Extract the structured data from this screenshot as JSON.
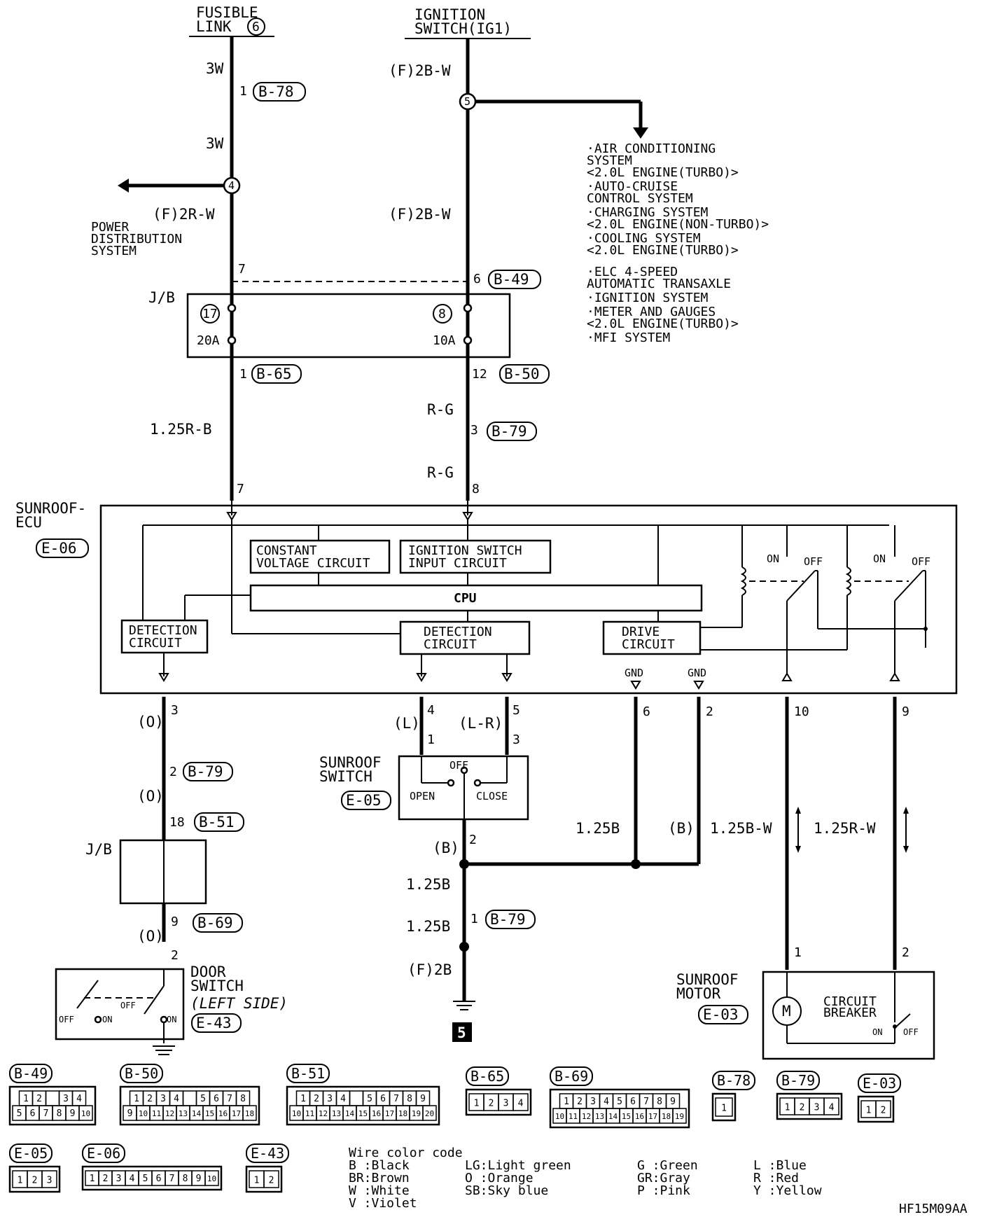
{
  "top": {
    "fusible_link": [
      "FUSIBLE",
      "LINK"
    ],
    "fusible_link_num": "6",
    "ignition_switch": [
      "IGNITION",
      "SWITCH(IG1)"
    ]
  },
  "wires": {
    "w3w_a": "3W",
    "w3w_b": "3W",
    "f2bw_a": "(F)2B-W",
    "f2bw_b": "(F)2B-W",
    "f2rw": "(F)2R-W",
    "w125rb": "1.25R-B",
    "rg_a": "R-G",
    "rg_b": "R-G",
    "o_a": "(O)",
    "o_b": "(O)",
    "o_c": "(O)",
    "l": "(L)",
    "lr": "(L-R)",
    "b_sw": "(B)",
    "b_mid": "(B)",
    "w125b_a": "1.25B",
    "w125b_b": "1.25B",
    "w125b_c": "1.25B",
    "f2b": "(F)2B",
    "w125bw": "1.25B-W",
    "w125rw": "1.25R-W"
  },
  "splices": {
    "s5": "5",
    "s4": "4"
  },
  "power_distribution": [
    "POWER",
    "DISTRIBUTION",
    "SYSTEM"
  ],
  "systems_list": [
    "·AIR CONDITIONING",
    " SYSTEM",
    " <2.0L ENGINE(TURBO)>",
    "·AUTO-CRUISE",
    " CONTROL SYSTEM",
    "·CHARGING SYSTEM",
    " <2.0L ENGINE(NON-TURBO)>",
    "·COOLING SYSTEM",
    " <2.0L ENGINE(TURBO)>",
    "·ELC 4-SPEED",
    " AUTOMATIC TRANSAXLE",
    "·IGNITION SYSTEM",
    "·METER AND GAUGES",
    " <2.0L ENGINE(TURBO)>",
    "·MFI SYSTEM"
  ],
  "jb_top": {
    "label": "J/B",
    "fuse1_num": "17",
    "fuse1_amp": "20A",
    "fuse2_num": "8",
    "fuse2_amp": "10A"
  },
  "pins": {
    "p1_b78": "1",
    "p7_top": "7",
    "p6_b49": "6",
    "p1_b65": "1",
    "p12_b50": "12",
    "p3_b79": "3",
    "p7_ecu": "7",
    "p8_ecu": "8",
    "p3_ecu": "3",
    "p2_b79": "2",
    "p18_b51": "18",
    "p9_b69": "9",
    "p2_door": "2",
    "p4_ecu": "4",
    "p5_ecu": "5",
    "p1_sw": "1",
    "p3_sw": "3",
    "p2_sw": "2",
    "p6_ecu": "6",
    "p2_ecu": "2",
    "p10_ecu": "10",
    "p9_ecu": "9",
    "p1_b79": "1",
    "p1_motor": "1",
    "p2_motor": "2"
  },
  "connectors": {
    "b78": "B-78",
    "b49": "B-49",
    "b65": "B-65",
    "b50": "B-50",
    "b79": "B-79",
    "b79_2": "B-79",
    "b51": "B-51",
    "b69": "B-69",
    "b79_3": "B-79"
  },
  "ecu": {
    "name": [
      "SUNROOF-",
      "ECU"
    ],
    "code": "E-06",
    "constant_voltage": [
      "CONSTANT",
      "VOLTAGE CIRCUIT"
    ],
    "ignition_input": [
      "IGNITION SWITCH",
      "INPUT CIRCUIT"
    ],
    "cpu": "CPU",
    "detection1": [
      "DETECTION",
      "CIRCUIT"
    ],
    "detection2": [
      "DETECTION",
      "CIRCUIT"
    ],
    "drive": [
      "DRIVE",
      "CIRCUIT"
    ],
    "on1": "ON",
    "off1": "OFF",
    "on2": "ON",
    "off2": "OFF",
    "gnd1": "GND",
    "gnd2": "GND"
  },
  "sunroof_switch": {
    "name": [
      "SUNROOF",
      "SWITCH"
    ],
    "code": "E-05",
    "off": "OFF",
    "open": "OPEN",
    "close": "CLOSE"
  },
  "jb_bottom": {
    "label": "J/B"
  },
  "door_switch": {
    "name": [
      "DOOR",
      "SWITCH"
    ],
    "side": "(LEFT SIDE)",
    "code": "E-43",
    "off1": "OFF",
    "on1": "ON",
    "off2": "OFF",
    "on2": "ON"
  },
  "sunroof_motor": {
    "name": [
      "SUNROOF",
      "MOTOR"
    ],
    "code": "E-03",
    "m": "M",
    "breaker": [
      "CIRCUIT",
      "BREAKER"
    ],
    "on": "ON",
    "off": "OFF"
  },
  "ground_num": "5",
  "connector_faces": [
    {
      "code": "B-49",
      "rows": [
        [
          "1",
          "2",
          "",
          "3",
          "4"
        ],
        [
          "5",
          "6",
          "7",
          "8",
          "9",
          "10"
        ]
      ]
    },
    {
      "code": "B-50",
      "rows": [
        [
          "1",
          "2",
          "3",
          "4",
          "",
          "5",
          "6",
          "7",
          "8"
        ],
        [
          "9",
          "10",
          "11",
          "12",
          "13",
          "14",
          "15",
          "16",
          "17",
          "18"
        ]
      ]
    },
    {
      "code": "B-51",
      "rows": [
        [
          "1",
          "2",
          "3",
          "4",
          "",
          "5",
          "6",
          "7",
          "8",
          "9"
        ],
        [
          "10",
          "11",
          "12",
          "13",
          "14",
          "15",
          "16",
          "17",
          "18",
          "19",
          "20"
        ]
      ]
    },
    {
      "code": "B-65",
      "rows": [
        [
          "1",
          "2",
          "3",
          "4"
        ]
      ]
    },
    {
      "code": "B-69",
      "rows": [
        [
          "1",
          "2",
          "3",
          "4",
          "5",
          "6",
          "7",
          "8",
          "9"
        ],
        [
          "10",
          "11",
          "12",
          "13",
          "14",
          "15",
          "16",
          "17",
          "18",
          "19"
        ]
      ]
    },
    {
      "code": "B-78",
      "rows": [
        [
          "1"
        ]
      ]
    },
    {
      "code": "B-79",
      "rows": [
        [
          "1",
          "2",
          "3",
          "4"
        ]
      ]
    },
    {
      "code": "E-03",
      "rows": [
        [
          "1",
          "2"
        ]
      ]
    },
    {
      "code": "E-05",
      "rows": [
        [
          "1",
          "2",
          "3"
        ]
      ]
    },
    {
      "code": "E-06",
      "rows": [
        [
          "1",
          "2",
          "3",
          "4",
          "5",
          "6",
          "7",
          "8",
          "9",
          "10"
        ]
      ]
    },
    {
      "code": "E-43",
      "rows": [
        [
          "1",
          "2"
        ]
      ]
    }
  ],
  "wire_color_code": {
    "title": "Wire color code",
    "col1": [
      "B :Black",
      "BR:Brown",
      "W :White",
      "V :Violet"
    ],
    "col2": [
      "LG:Light green",
      "O :Orange",
      "SB:Sky blue"
    ],
    "col3": [
      "G :Green",
      "GR:Gray",
      "P :Pink"
    ],
    "col4": [
      "L :Blue",
      "R :Red",
      "Y :Yellow"
    ]
  },
  "diagram_id": "HF15M09AA"
}
